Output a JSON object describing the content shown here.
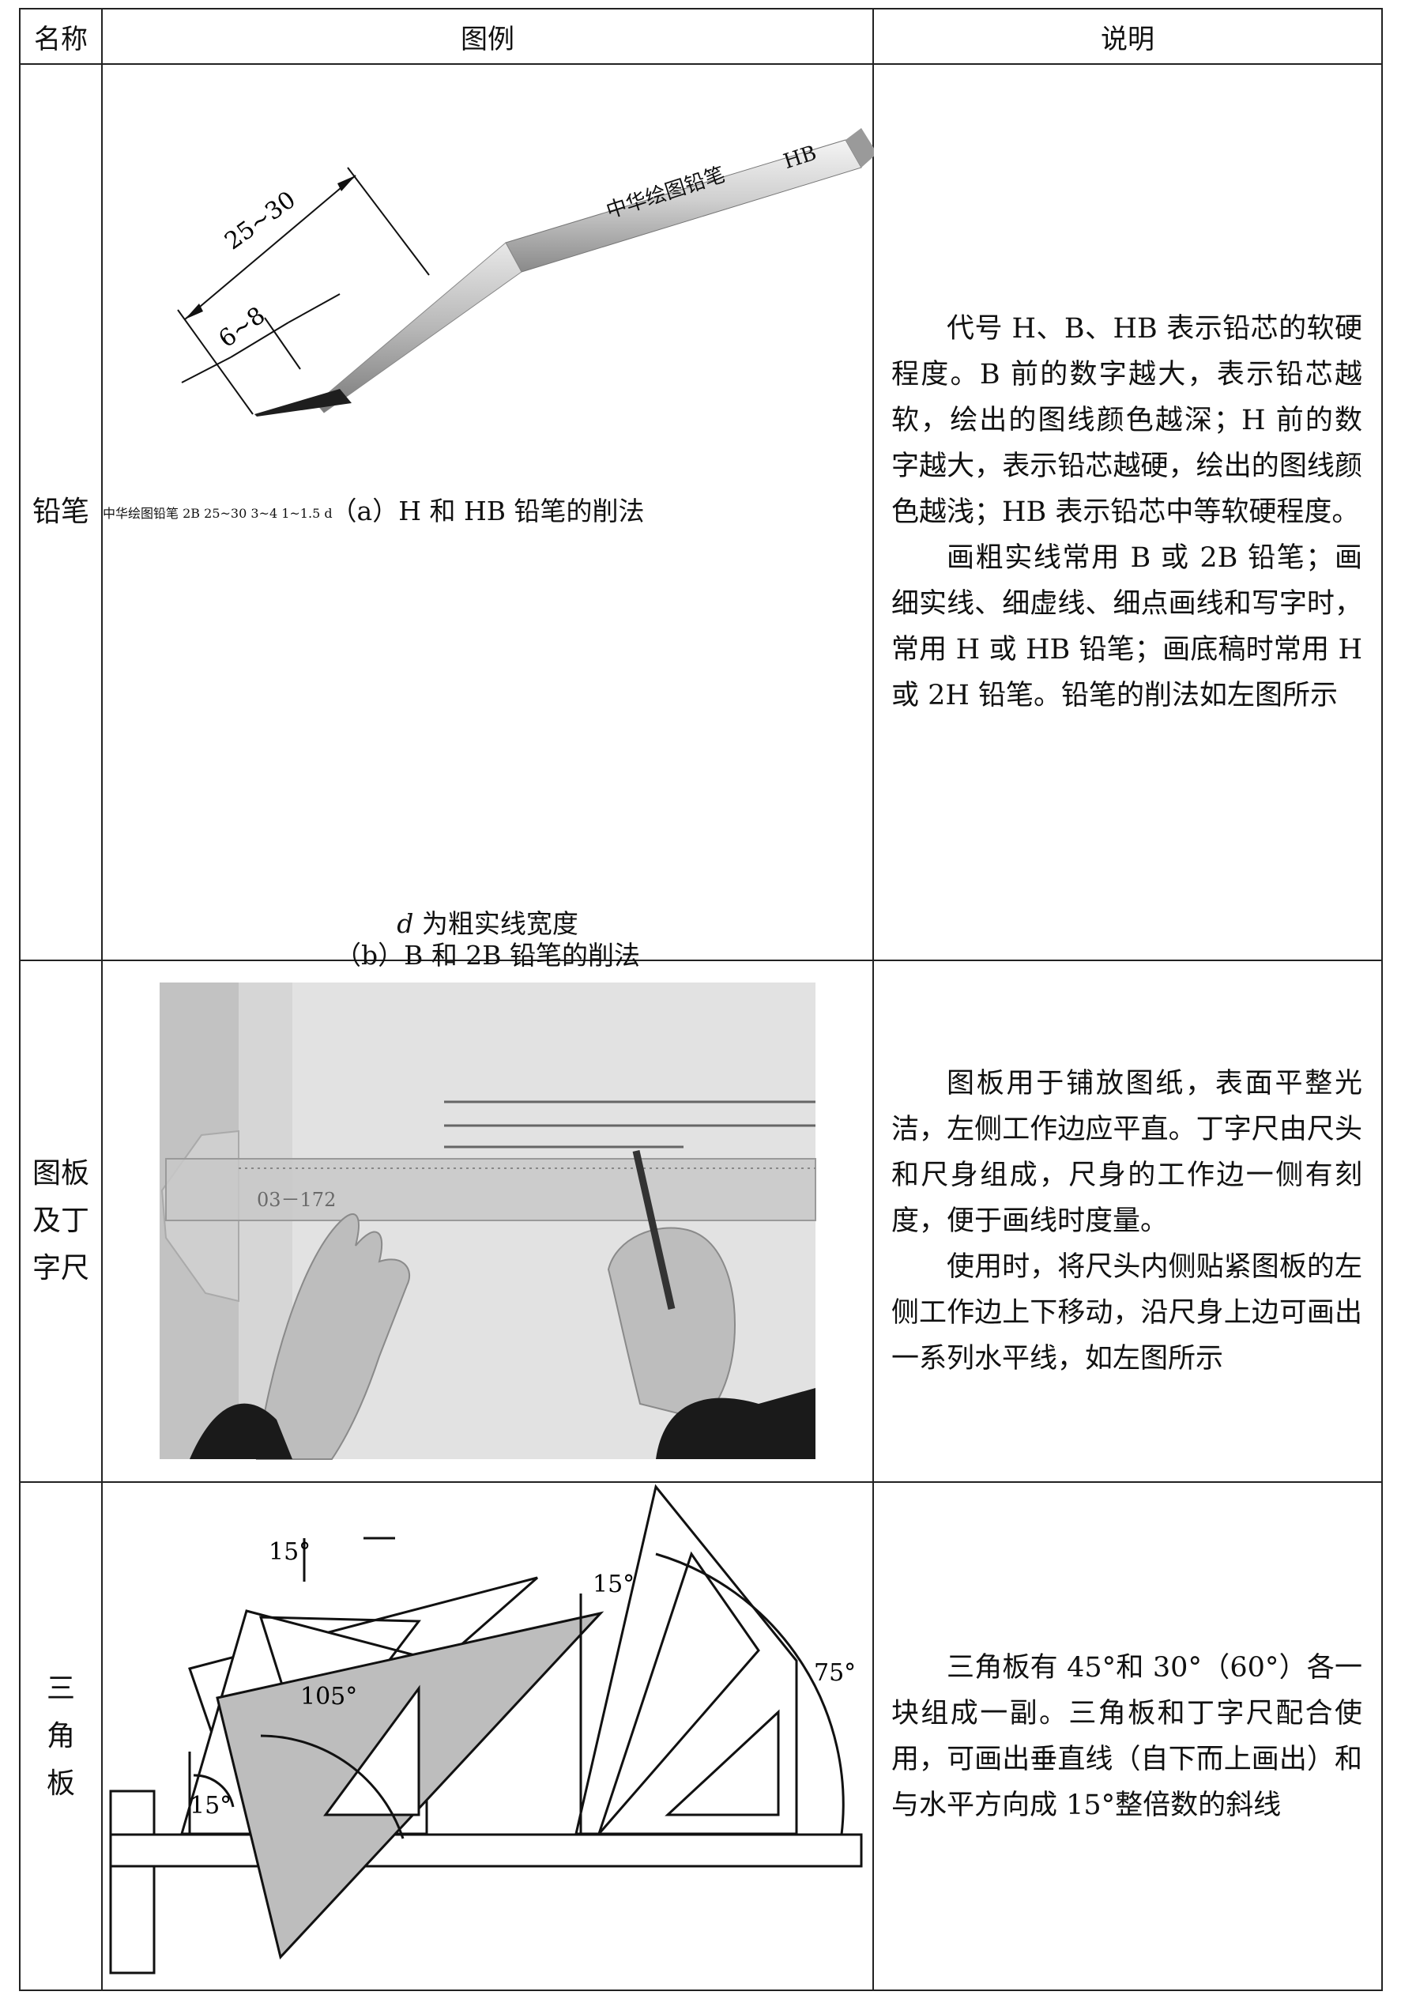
{
  "header": {
    "col_name": "名称",
    "col_figure": "图例",
    "col_desc": "说明"
  },
  "rows": {
    "pencil": {
      "name": "铅笔",
      "fig_a": {
        "brand": "中华绘图铅笔",
        "grade": "HB",
        "dim_long": "25~30",
        "dim_short": "6~8",
        "caption": "（a）H 和 HB 铅笔的削法"
      },
      "fig_b": {
        "brand": "中华绘图铅笔",
        "grade": "2B",
        "dim_long": "25~30",
        "dim_short": "3~4",
        "dim_tip": "1~1.5",
        "dim_d": "d",
        "note_var": "d",
        "note_text": "为粗实线宽度",
        "caption": "（b）B 和 2B 铅笔的削法"
      },
      "desc": [
        "代号 H、B、HB 表示铅芯的软硬程度。B 前的数字越大，表示铅芯越软，绘出的图线颜色越深；H 前的数字越大，表示铅芯越硬，绘出的图线颜色越浅；HB 表示铅芯中等软硬程度。",
        "画粗实线常用 B 或 2B 铅笔；画细实线、细虚线、细点画线和写字时，常用 H 或 HB 铅笔；画底稿时常用 H 或 2H 铅笔。铅笔的削法如左图所示"
      ]
    },
    "board": {
      "name_lines": [
        "图板",
        "及丁",
        "字尺"
      ],
      "ruler_mark": "03－172",
      "desc": [
        "图板用于铺放图纸，表面平整光洁，左侧工作边应平直。丁字尺由尺头和尺身组成，尺身的工作边一侧有刻度，便于画线时度量。",
        "使用时，将尺头内侧贴紧图板的左侧工作边上下移动，沿尺身上边可画出一系列水平线，如左图所示"
      ]
    },
    "triangle": {
      "name_lines": [
        "三",
        "角",
        "板"
      ],
      "angles": {
        "a15_top": "15°",
        "a105": "105°",
        "a15_left": "15°",
        "a15_right": "15°",
        "a75": "75°"
      },
      "desc": [
        "三角板有 45°和 30°（60°）各一块组成一副。三角板和丁字尺配合使用，可画出垂直线（自下而上画出）和与水平方向成 15°整倍数的斜线"
      ]
    }
  }
}
